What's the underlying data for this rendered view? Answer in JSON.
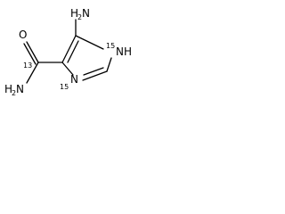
{
  "molecule": {
    "atoms": {
      "amine_top": {
        "element": "NH2",
        "parts": [
          "H",
          "2",
          "N"
        ]
      },
      "ring_nh": {
        "element": "NH",
        "isotope": "15",
        "symbol": "N",
        "hydrogen": "H"
      },
      "ring_n": {
        "element": "N",
        "isotope": "15",
        "symbol": "N"
      },
      "carbonyl_c": {
        "element": "C",
        "isotope": "13"
      },
      "carbonyl_o": {
        "element": "O",
        "symbol": "O"
      },
      "amide_n": {
        "element": "NH2",
        "parts": [
          "H",
          "2",
          "N"
        ]
      }
    },
    "bond_color": "#000000",
    "text_color": "#000000"
  }
}
